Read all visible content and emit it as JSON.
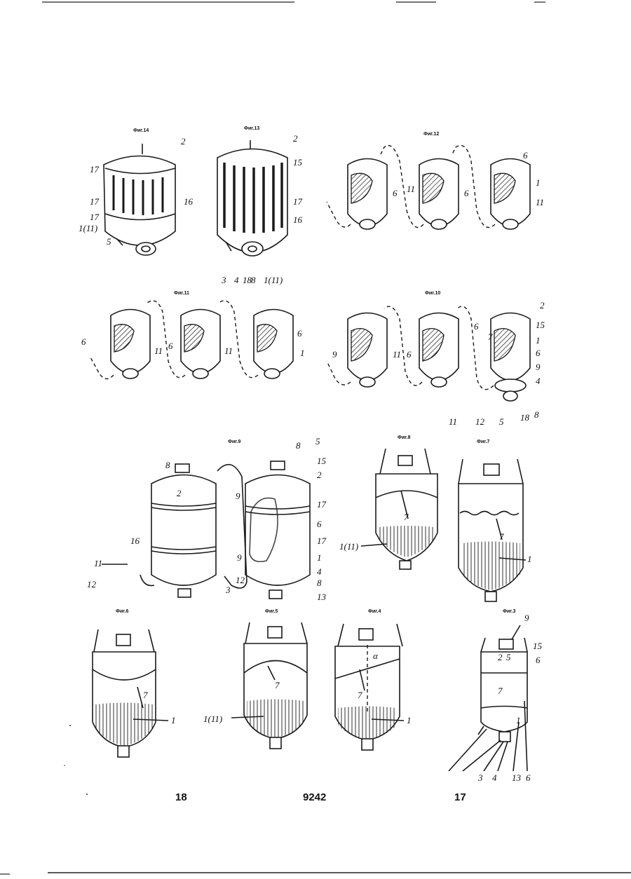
{
  "page_numbers": {
    "left": "18",
    "center": "9242",
    "right": "17"
  },
  "figures": {
    "fig3": {
      "caption": "Фиг.3",
      "labels": [
        "9",
        "15",
        "2",
        "5",
        "6",
        "7",
        "1",
        "6",
        "13",
        "4",
        "3"
      ]
    },
    "fig4": {
      "caption": "Фиг.4",
      "labels": [
        "α",
        "7",
        "1"
      ]
    },
    "fig5": {
      "caption": "Фиг.5",
      "labels": [
        "7",
        "1(11)"
      ]
    },
    "fig6": {
      "caption": "Фиг.6",
      "labels": [
        "7",
        "1"
      ]
    },
    "fig7": {
      "caption": "Фиг.7",
      "labels": [
        "7",
        "1"
      ]
    },
    "fig8": {
      "caption": "Фиг.8",
      "labels": [
        "7",
        "1(11)"
      ]
    },
    "fig9": {
      "caption": "Фиг.9",
      "labels": [
        "5",
        "8",
        "15",
        "2",
        "9",
        "17",
        "6",
        "17",
        "1",
        "4",
        "8",
        "13",
        "3",
        "12",
        "16",
        "11",
        "12",
        "2",
        "8",
        "9"
      ]
    },
    "fig10": {
      "caption": "Фиг.10",
      "labels": [
        "2",
        "15",
        "1",
        "6",
        "9",
        "4",
        "8",
        "18",
        "5",
        "12",
        "11",
        "6",
        "6",
        "11",
        "9",
        "7"
      ]
    },
    "fig11": {
      "caption": "Фиг.11",
      "labels": [
        "6",
        "1",
        "11",
        "6",
        "11",
        "6"
      ]
    },
    "fig12": {
      "caption": "Фиг.12",
      "labels": [
        "6",
        "1",
        "11",
        "6",
        "11",
        "6"
      ]
    },
    "fig13": {
      "caption": "Фиг.13",
      "labels": [
        "2",
        "15",
        "17",
        "16",
        "1(11)",
        "8",
        "18",
        "4",
        "3"
      ]
    },
    "fig14": {
      "caption": "Фиг.14",
      "labels": [
        "2",
        "17",
        "17",
        "16",
        "17",
        "1(11)",
        "5"
      ]
    }
  },
  "colors": {
    "ink": "#1a1a1a",
    "paper": "#ffffff"
  }
}
